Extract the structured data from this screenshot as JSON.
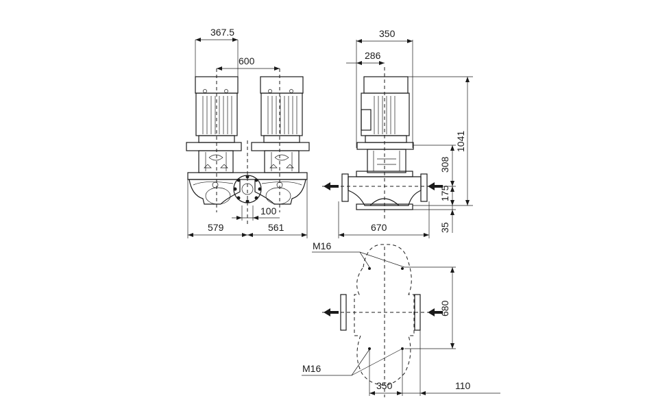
{
  "dimensions": {
    "front_motor_offset": "367.5",
    "front_center_distance": "600",
    "front_flange_offset": "100",
    "front_left_width": "579",
    "front_right_width": "561",
    "side_motor_width": "350",
    "side_motor_offset": "286",
    "side_total_height": "1041",
    "side_upper_height": "308",
    "side_flange_height": "175",
    "side_base_height": "35",
    "side_base_width": "670",
    "plan_bolt_spacing_v": "680",
    "plan_bolt_spacing_h": "350",
    "plan_side_offset": "110"
  },
  "labels": {
    "bolt_top": "M16",
    "bolt_bottom": "M16"
  }
}
